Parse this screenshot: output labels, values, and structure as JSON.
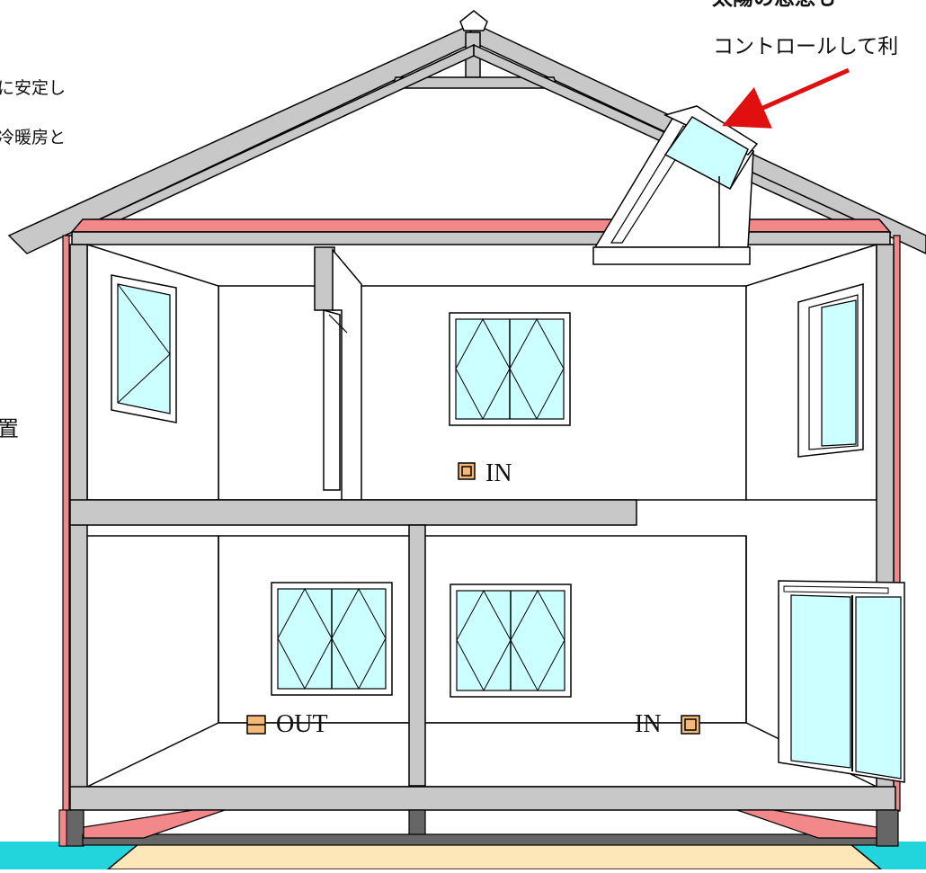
{
  "texts": {
    "sun_line1": "太陽の恩恵も",
    "sun_line2": "コントロールして利",
    "left_line1": "に安定し",
    "left_line2": "冷暖房と",
    "left_line3": "置"
  },
  "vents": {
    "in_2f": "IN",
    "out_1f": "OUT",
    "in_1f": "IN"
  },
  "colors": {
    "frame": "#c8c8c8",
    "insulation": "#f2888a",
    "glass": "#ccffff",
    "vent": "#f4b878",
    "ground": "#22d4dc",
    "foundation_top": "#fde6b8",
    "arrow": "#e01010"
  }
}
